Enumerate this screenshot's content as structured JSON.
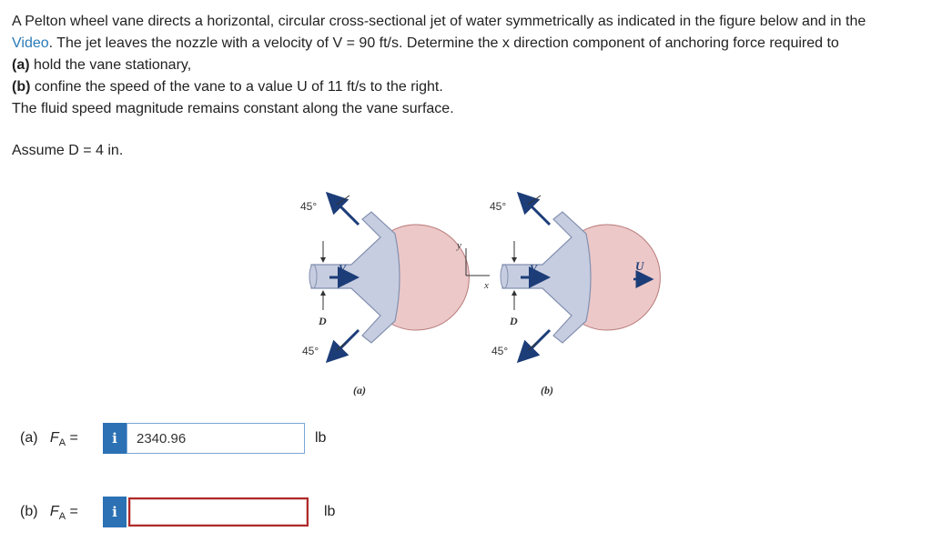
{
  "problem": {
    "line1_pre": "A Pelton wheel vane directs a horizontal, circular cross-sectional jet of water symmetrically as indicated in the figure below and in the",
    "link_text": "Video",
    "line2_post": ". The jet leaves the nozzle with a velocity of V = 90 ft/s. Determine the x direction component of anchoring force required to",
    "part_a_label": "(a)",
    "part_a_text": " hold the vane stationary,",
    "part_b_label": "(b)",
    "part_b_text": " confine the speed of the vane to a value U of 11 ft/s to the right.",
    "line5": "The fluid speed magnitude remains constant along the vane surface.",
    "assume": "Assume D = 4 in."
  },
  "figure": {
    "angle_label": "45°",
    "label_V": "V",
    "label_D": "D",
    "label_U": "U",
    "label_x": "x",
    "label_y": "y",
    "caption_a": "(a)",
    "caption_b": "(b)",
    "colors": {
      "vane": "#c7cde0",
      "wheel": "#ecc8c8",
      "arrow": "#1c3d78"
    }
  },
  "answers": {
    "a": {
      "label": "(a)",
      "var": "F",
      "sub": "A",
      "eq": " =",
      "value": "2340.96",
      "unit": "lb",
      "icon": "info-icon"
    },
    "b": {
      "label": "(b)",
      "var": "F",
      "sub": "A",
      "eq": " =",
      "value": "",
      "unit": "lb",
      "icon": "info-icon"
    }
  }
}
